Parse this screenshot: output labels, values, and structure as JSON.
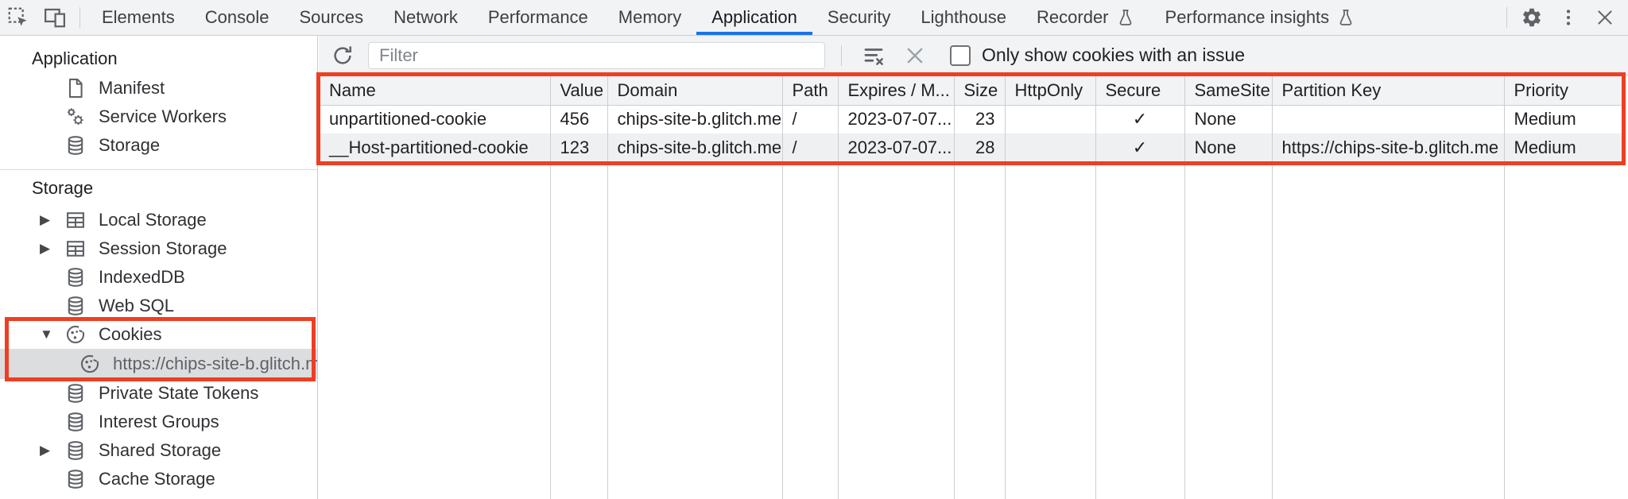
{
  "tabs": {
    "selected_tab": "Application",
    "items": [
      {
        "label": "Elements"
      },
      {
        "label": "Console"
      },
      {
        "label": "Sources"
      },
      {
        "label": "Network"
      },
      {
        "label": "Performance"
      },
      {
        "label": "Memory"
      },
      {
        "label": "Application"
      },
      {
        "label": "Security"
      },
      {
        "label": "Lighthouse"
      },
      {
        "label": "Recorder"
      },
      {
        "label": "Performance insights"
      }
    ]
  },
  "sidebar": {
    "sections": [
      {
        "header": "Application",
        "items": [
          {
            "label": "Manifest"
          },
          {
            "label": "Service Workers"
          },
          {
            "label": "Storage"
          }
        ]
      },
      {
        "header": "Storage",
        "items": [
          {
            "label": "Local Storage"
          },
          {
            "label": "Session Storage"
          },
          {
            "label": "IndexedDB"
          },
          {
            "label": "Web SQL"
          },
          {
            "label": "Cookies"
          },
          {
            "label": "https://chips-site-b.glitch.me"
          },
          {
            "label": "Private State Tokens"
          },
          {
            "label": "Interest Groups"
          },
          {
            "label": "Shared Storage"
          },
          {
            "label": "Cache Storage"
          }
        ]
      }
    ]
  },
  "toolbar": {
    "filter_placeholder": "Filter",
    "filter_value": "",
    "checkbox_label": "Only show cookies with an issue",
    "checkbox_checked": false
  },
  "cookies_table": {
    "columns": [
      "Name",
      "Value",
      "Domain",
      "Path",
      "Expires / M...",
      "Size",
      "HttpOnly",
      "Secure",
      "SameSite",
      "Partition Key",
      "Priority"
    ],
    "rows": [
      {
        "name": "unpartitioned-cookie",
        "value": "456",
        "domain": "chips-site-b.glitch.me",
        "path": "/",
        "expires": "2023-07-07...",
        "size": "23",
        "http_only": "",
        "secure": "✓",
        "same_site": "None",
        "partition_key": "",
        "priority": "Medium"
      },
      {
        "name": "__Host-partitioned-cookie",
        "value": "123",
        "domain": "chips-site-b.glitch.me",
        "path": "/",
        "expires": "2023-07-07...",
        "size": "28",
        "http_only": "",
        "secure": "✓",
        "same_site": "None",
        "partition_key": "https://chips-site-b.glitch.me",
        "priority": "Medium"
      }
    ]
  },
  "icons": {
    "expand_closed": "▶",
    "expand_open": "▼"
  },
  "colors": {
    "accent_blue": "#1a73e8",
    "annotation_red": "#ee3e23",
    "toolbar_bg": "#f1f3f4",
    "row_stripe": "#eef0f1",
    "selection_bg": "#dcdddf"
  }
}
